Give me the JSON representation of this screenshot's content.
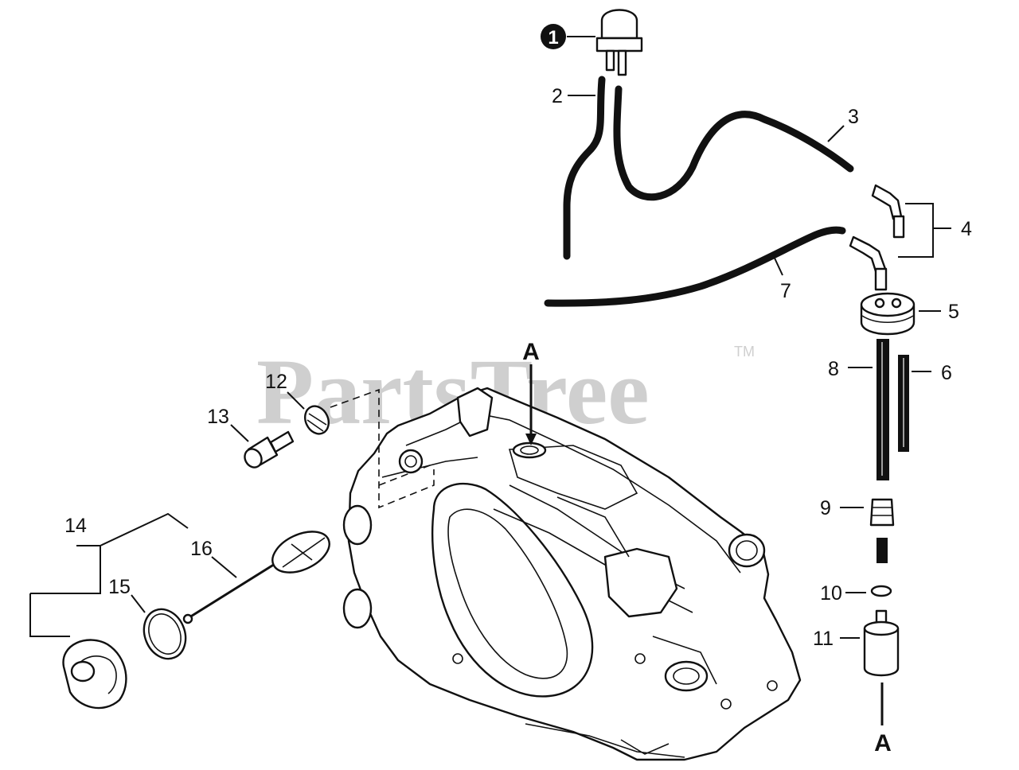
{
  "watermark": {
    "brand": "PartsTree",
    "trademark": "TM"
  },
  "callouts": {
    "c1": "1",
    "c2": "2",
    "c3": "3",
    "c4": "4",
    "c5": "5",
    "c6": "6",
    "c7": "7",
    "c8": "8",
    "c9": "9",
    "c10": "10",
    "c11": "11",
    "c12": "12",
    "c13": "13",
    "c14": "14",
    "c15": "15",
    "c16": "16"
  },
  "reference_marks": {
    "top": "A",
    "bottom": "A"
  }
}
